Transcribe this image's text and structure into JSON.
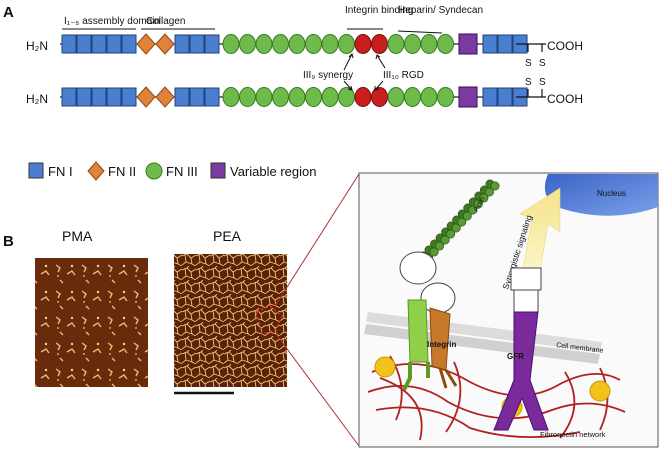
{
  "panelA": {
    "label": "A",
    "n_terminus": "H₂N",
    "c_terminus": "COOH",
    "region_labels": {
      "assembly": "I₁₋₅ assembly domain",
      "collagen": "Collagen",
      "integrin": "Integrin binding",
      "heparin": "Heparin/ Syndecan"
    },
    "annotations": {
      "synergy": "III₉ synergy",
      "rgd": "III₁₀ RGD"
    },
    "disulfide": "S"
  },
  "legend": {
    "items": [
      {
        "label": "FN I",
        "color": "#4a7fd0",
        "shape": "square"
      },
      {
        "label": "FN II",
        "color": "#e0823a",
        "shape": "diamond"
      },
      {
        "label": "FN III",
        "color": "#6dbb4a",
        "shape": "circle"
      },
      {
        "label": "Variable region",
        "color": "#7b3aa0",
        "shape": "square"
      }
    ]
  },
  "panelB": {
    "label": "B",
    "images": [
      {
        "title": "PMA"
      },
      {
        "title": "PEA"
      }
    ]
  },
  "schematic": {
    "labels": {
      "nucleus": "Nucleus",
      "actin": "Actin",
      "signaling": "Synergistic signaling",
      "membrane": "Cell membrane",
      "integrin": "Integrin",
      "gfr": "GFR",
      "gf": "GF",
      "network": "Fibronectin network"
    }
  }
}
